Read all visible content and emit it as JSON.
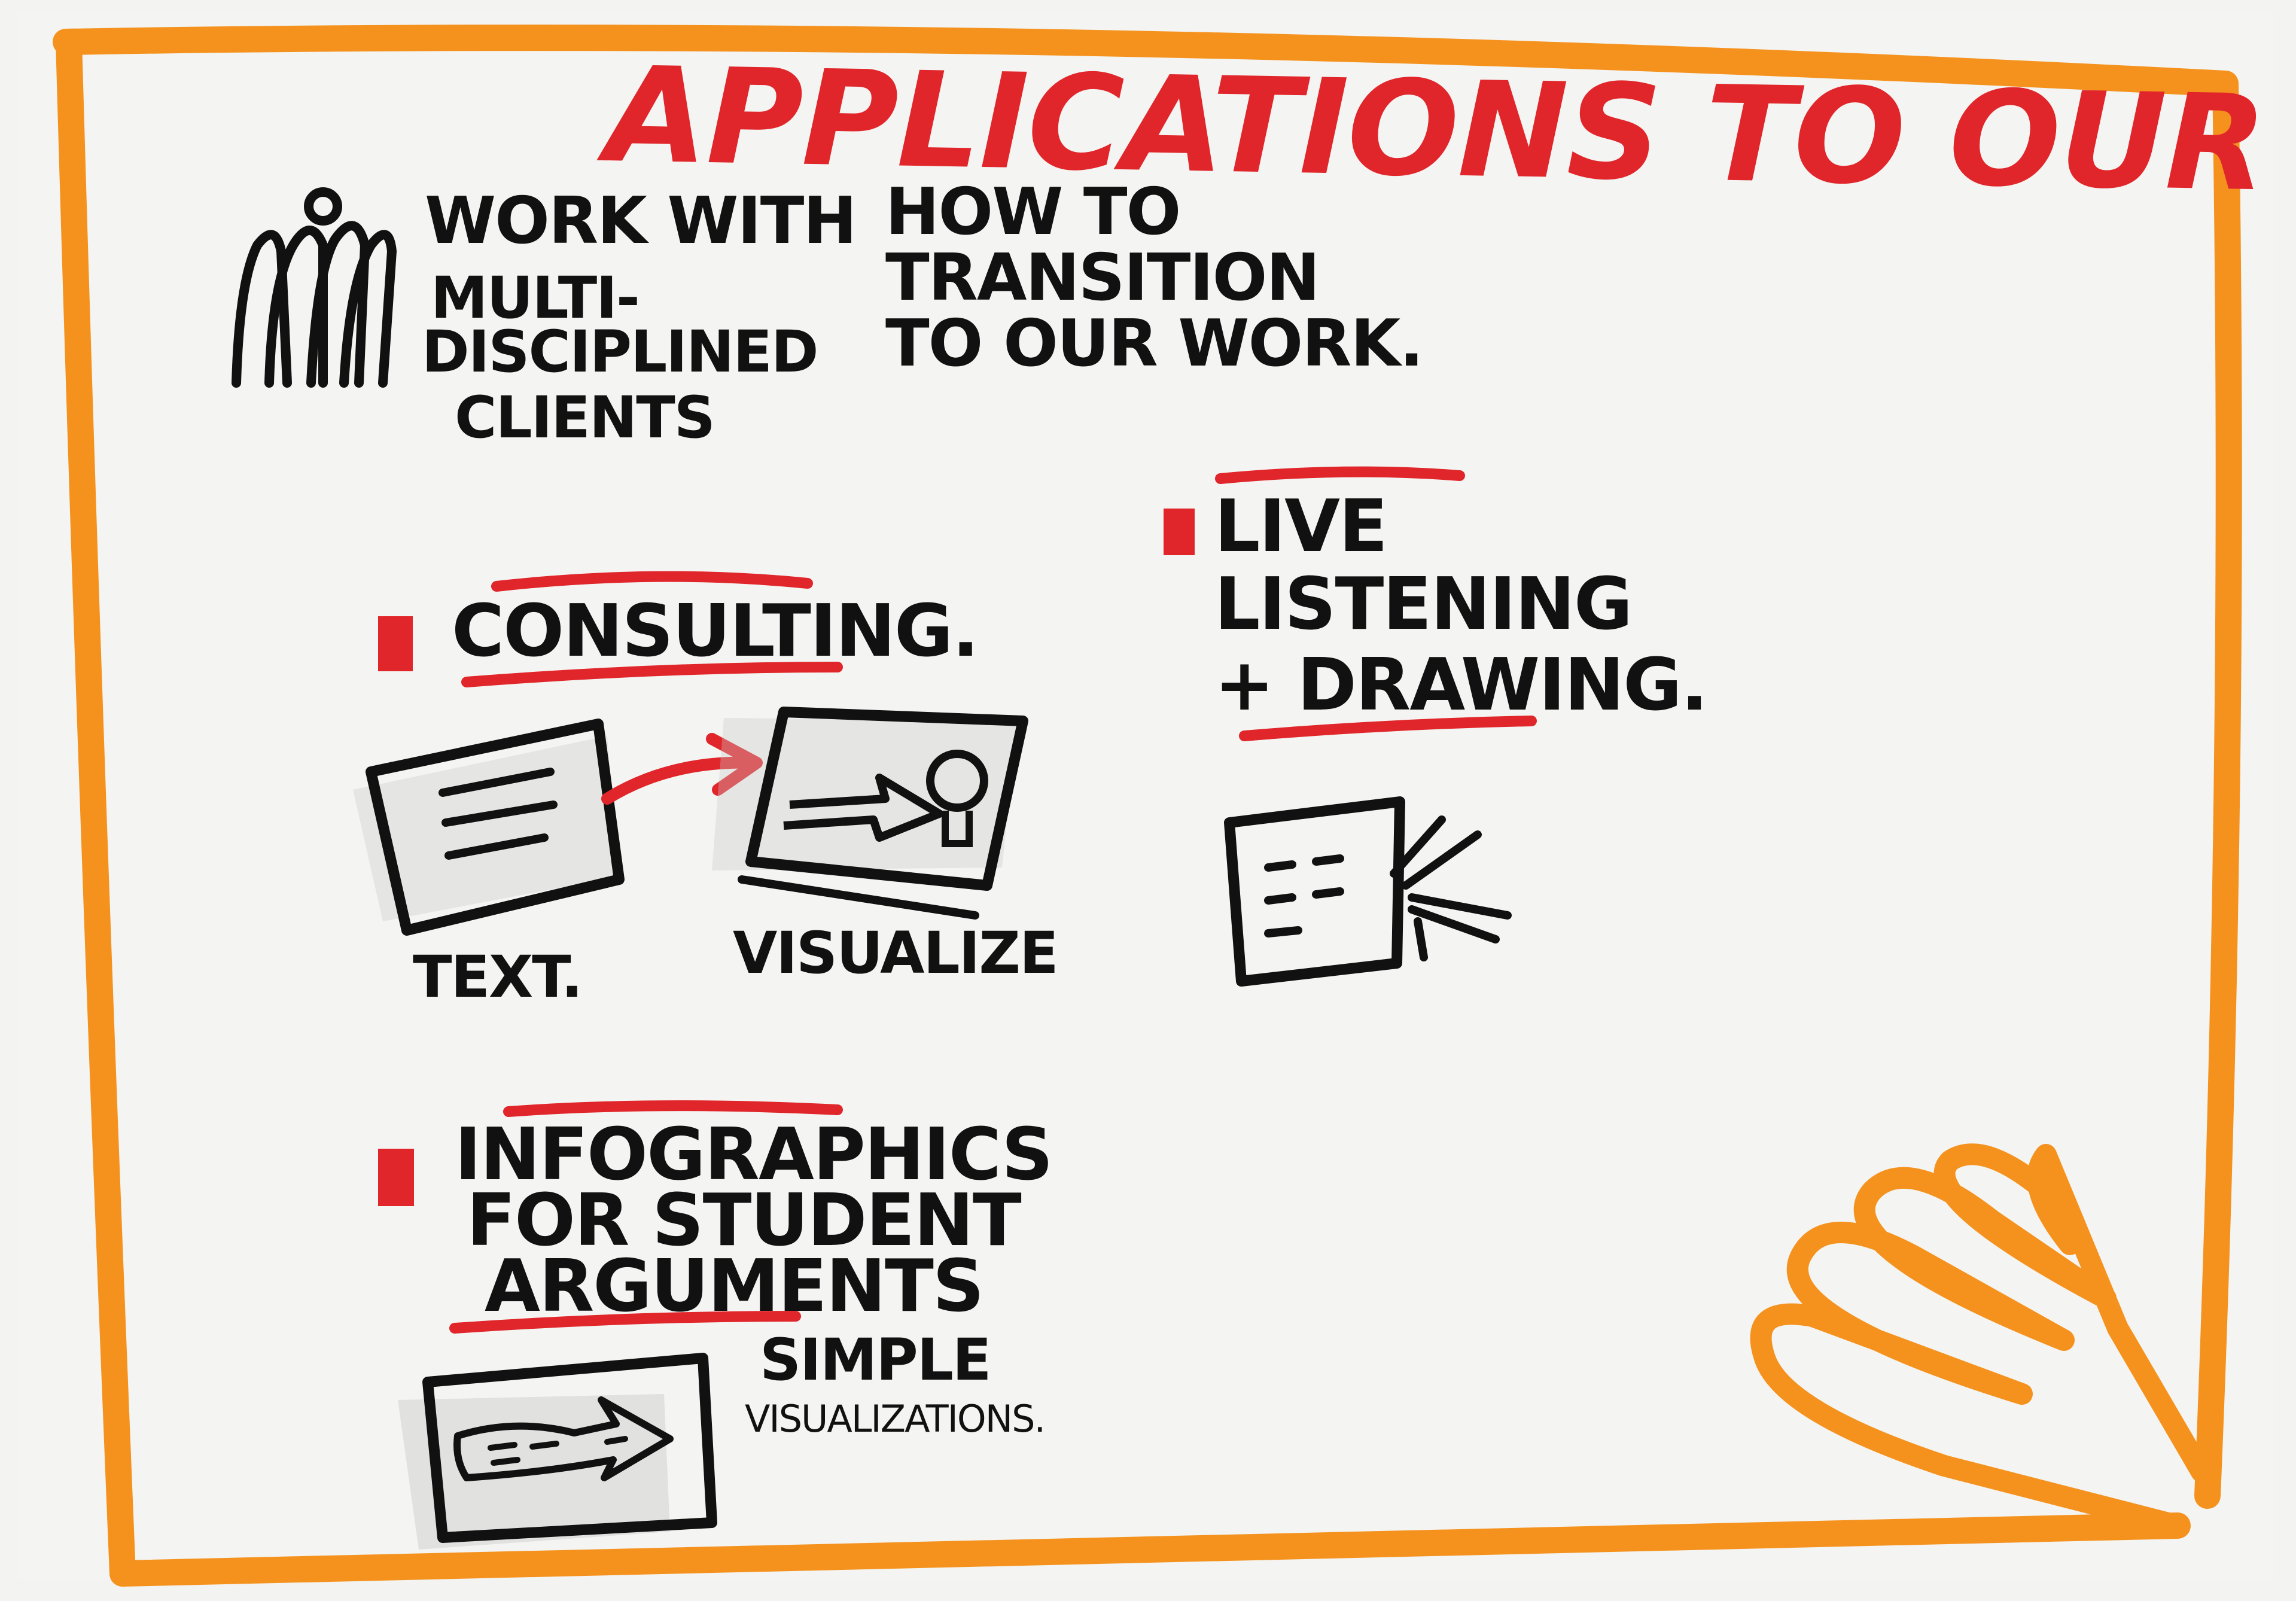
{
  "title": "APPLICATIONS TO OUR WORK.",
  "intro": {
    "work_with_line1": "WORK WITH",
    "work_with_line2": "MULTI-",
    "work_with_line3": "DISCIPLINED",
    "work_with_line4": "CLIENTS",
    "transition_line1": "HOW TO",
    "transition_line2": "TRANSITION",
    "transition_line3": "TO OUR WORK."
  },
  "consulting": {
    "heading": "CONSULTING.",
    "text_label": "TEXT.",
    "visualize_label": "VISUALIZE"
  },
  "live": {
    "line1": "LIVE",
    "line2": "LISTENING",
    "line3": "+ DRAWING."
  },
  "infographics": {
    "line1": "INFOGRAPHICS",
    "line2": "FOR STUDENT",
    "line3": "ARGUMENTS",
    "simple_line1": "SIMPLE",
    "simple_line2": "VISUALIZATIONS."
  },
  "colors": {
    "border": "#f5921e",
    "accent": "#e0262a",
    "ink": "#111111",
    "paper": "#f3f3f1"
  }
}
